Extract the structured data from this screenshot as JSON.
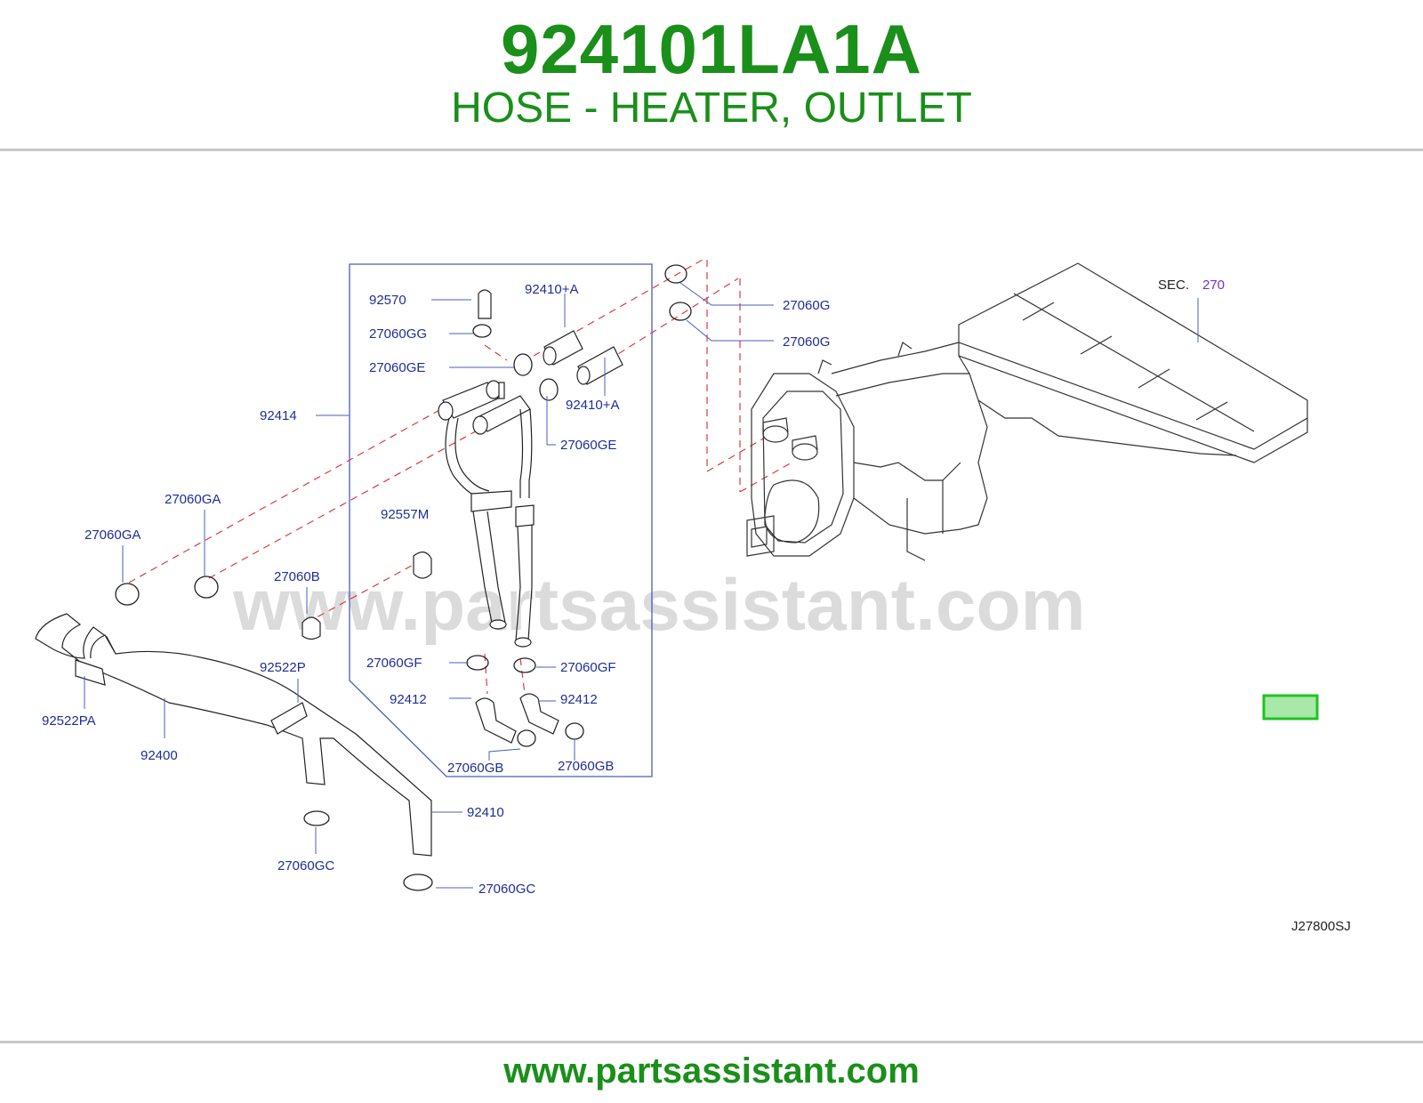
{
  "header": {
    "part_number": "924101LA1A",
    "description": "HOSE - HEATER, OUTLET"
  },
  "footer": {
    "url": "www.partsassistant.com"
  },
  "watermark": "www.partsassistant.com",
  "diagram": {
    "section_prefix": "SEC.",
    "section_number": "270",
    "drawing_code": "J27800SJ",
    "highlight_color": "#1fc41f",
    "labels": {
      "l92570": "92570",
      "l924100a": "92410+A",
      "l27060gg": "27060GG",
      "l27060ge_a": "27060GE",
      "l924100b": "92410+A",
      "l92414": "92414",
      "l27060ge_b": "27060GE",
      "l92557m": "92557M",
      "l27060g_a": "27060G",
      "l27060g_b": "27060G",
      "l27060ga_a": "27060GA",
      "l27060ga_b": "27060GA",
      "l27060b": "27060B",
      "l92522p": "92522P",
      "l92522pa": "92522PA",
      "l92400": "92400",
      "l27060gf_a": "27060GF",
      "l27060gf_b": "27060GF",
      "l92412_a": "92412",
      "l92412_b": "92412",
      "l27060gb_a": "27060GB",
      "l27060gb_b": "27060GB",
      "l92410": "92410",
      "l27060gc_a": "27060GC",
      "l27060gc_b": "27060GC"
    }
  }
}
